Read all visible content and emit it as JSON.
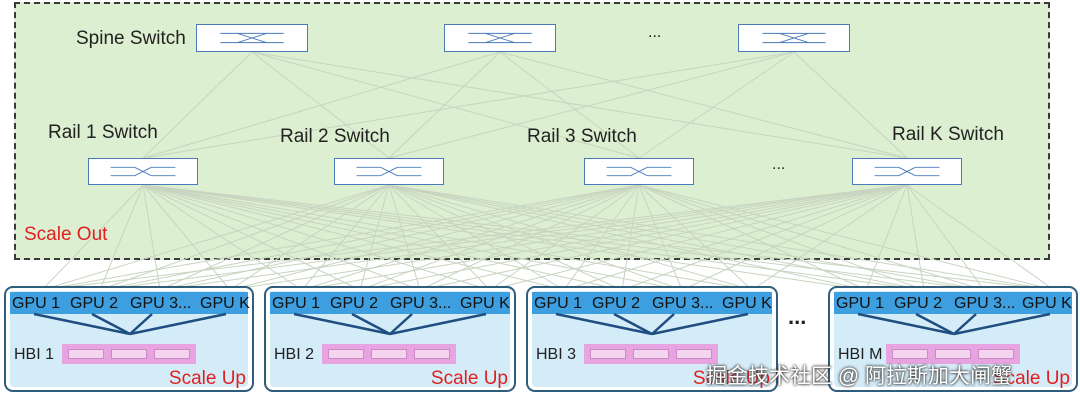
{
  "scale_out": {
    "label": "Scale Out",
    "spine_label": "Spine Switch",
    "spine_ellipsis": "...",
    "rail_ellipsis": "...",
    "rails": [
      "Rail 1 Switch",
      "Rail 2 Switch",
      "Rail 3 Switch",
      "Rail K Switch"
    ]
  },
  "hbis": [
    {
      "label": "HBI 1",
      "scale_up": "Scale Up",
      "gpus": [
        "GPU 1",
        "GPU 2",
        "GPU 3",
        "...",
        "GPU K"
      ]
    },
    {
      "label": "HBI 2",
      "scale_up": "Scale Up",
      "gpus": [
        "GPU 1",
        "GPU 2",
        "GPU 3",
        "...",
        "GPU K"
      ]
    },
    {
      "label": "HBI 3",
      "scale_up": "Scale Up",
      "gpus": [
        "GPU 1",
        "GPU 2",
        "GPU 3",
        "...",
        "GPU K"
      ]
    },
    {
      "label": "HBI M",
      "scale_up": "Scale Up",
      "gpus": [
        "GPU 1",
        "GPU 2",
        "GPU 3",
        "...",
        "GPU K"
      ]
    }
  ],
  "hbi_ellipsis": "...",
  "watermark": "掘金技术社区 @ 阿拉斯加大闸蟹",
  "colors": {
    "scale_out_bg": "#dcefd0",
    "gpu_bar": "#3d9fe0",
    "hbi_bg": "#d4ecf8",
    "accent_red": "#e02020",
    "hbi_border": "#2f5d7c"
  }
}
